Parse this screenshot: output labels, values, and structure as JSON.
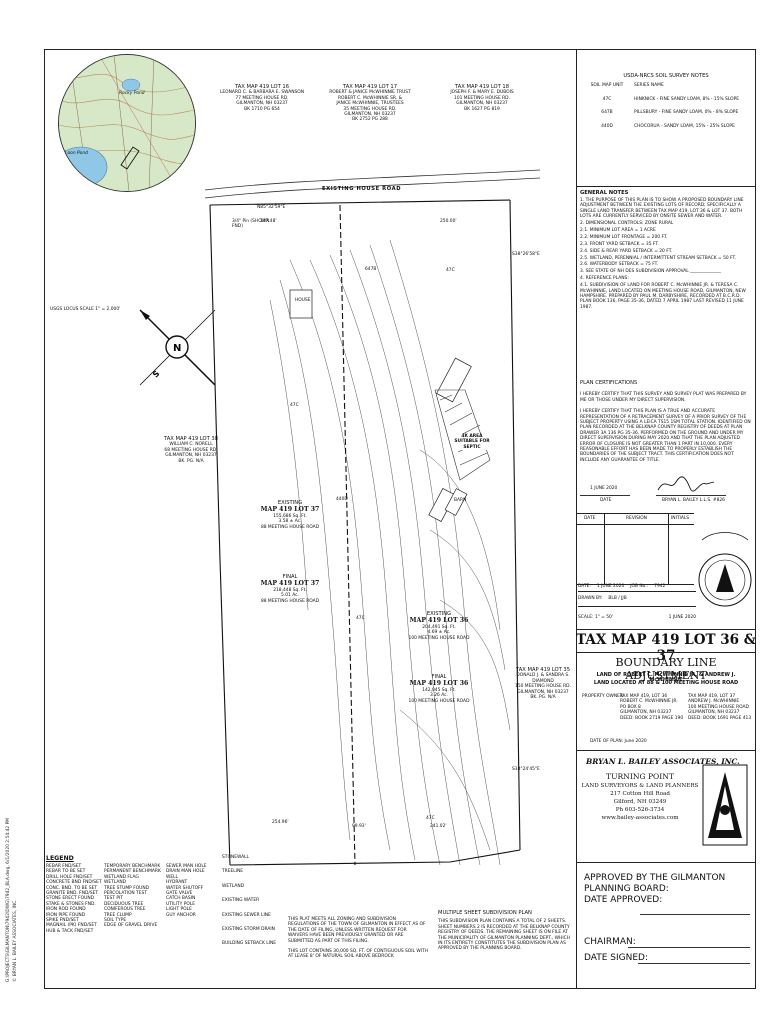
{
  "side_stamp": {
    "line1": "G:\\PROJECTS\\GILMANTON\\7942\\DWG\\7942_BLA.dwg, 6/1/2020 2:54:42 PM",
    "line2": "© BRYAN L. BAILEY ASSOCIATES, INC."
  },
  "inset": {
    "caption": "USGS LOCUS SCALE 1\" = 2,000'",
    "labels": [
      "Loon Pond",
      "Rocky Pond"
    ]
  },
  "soil": {
    "title": "USDA-NRCS SOIL SURVEY NOTES",
    "col1": "SOIL MAP UNIT",
    "col2": "SERIES NAME",
    "rows": [
      {
        "unit": "47C",
        "name": "HINKNICK - FINE SANDY LOAM, 8% - 15% SLOPE"
      },
      {
        "unit": "647B",
        "name": "PILLSBURY - FINE SANDY LOAM, 0% - 8% SLOPE"
      },
      {
        "unit": "440D",
        "name": "CHOCORUA - SANDY LOAM, 15% - 25% SLOPE"
      }
    ]
  },
  "general_notes": {
    "title": "GENERAL NOTES",
    "items": [
      "1.  THE PURPOSE OF THIS PLAN IS TO SHOW A PROPOSED BOUNDARY LINE ADJUSTMENT BETWEEN THE EXISTING LOTS OF RECORD; SPECIFICALLY A SINGLE LAND TRANSFER BETWEEN TAX MAP 419, LOT 36 & LOT 37. BOTH LOTS ARE CURRENTLY SERVICED BY ONSITE SEWER AND WATER.",
      "2.  DIMENSIONAL CONTROLS: ZONE RURAL",
      "2.1.   MINIMUM LOT AREA = 1 ACRE",
      "2.2.   MINIMUM LOT FRONTAGE = 200 FT.",
      "2.3.   FRONT YARD SETBACK = 35 FT.",
      "2.4.   SIDE & REAR YARD SETBACK = 20 FT.",
      "2.5.   WETLAND, PERENNIAL / INTERMITTENT STREAM SETBACK = 50 FT.",
      "2.6.   WATERBODY SETBACK = 75 FT.",
      "3.  SEE STATE OF NH DES SUBDIVISION APPROVAL ______________",
      "4.  REFERENCE PLANS:",
      "4.1.   SUBDIVISION OF LAND FOR ROBERT C. McWHINNIE JR. & TERESA C. McWHINNIE, LAND LOCATED ON MEETING HOUSE ROAD, GILMANTON, NEW HAMPSHIRE. PREPARED BY PAUL M. DARBYSHIRE, RECORDED AT B.C.R.D. PLAN BOOK 136, PAGE 35-36, DATED 7 APRIL 1987 LAST REVISED 11 JUNE 1987."
    ]
  },
  "certs": {
    "title": "PLAN CERTIFICATIONS",
    "p1": "I HEREBY CERTIFY THAT THIS SURVEY AND SURVEY PLAT WAS PREPARED BY ME OR THOSE UNDER MY DIRECT SUPERVISION.",
    "p2": "I HEREBY CERTIFY THAT THIS PLAN IS A TRUE AND ACCURATE REPRESENTATION OF A RETRACEMENT SURVEY OF A PRIOR SURVEY OF THE SUBJECT PROPERTY USING A LEICA TS15 1SM TOTAL STATION. IDENTIFIED ON PLAN RECORDED AT THE BELKNAP COUNTY REGISTRY OF DEEDS AT PLAN DRAWER 3A 136 PG 35-36, PERFORMED ON THE GROUND AND UNDER MY DIRECT SUPERVISION DURING MAY 2020 AND THAT THE PLAN ADJUSTED ERROR OF CLOSURE IS NOT GREATER THAN 1 PART IN 10,000. EVERY REASONABLE EFFORT HAS BEEN MADE TO PROPERLY ESTABLISH THE BOUNDARIES OF THE SUBJECT TRACT. THIS CERTIFICATION DOES NOT INCLUDE ANY GUARANTEE OF TITLE.",
    "date": "1 JUNE 2020",
    "date_label": "DATE",
    "signer": "BRYAN L. BAILEY L.L.S. #826"
  },
  "revisions": {
    "date": "DATE",
    "revision": "REVISION",
    "initials": "INITIALS"
  },
  "job": {
    "date_label": "DATE:",
    "date": "1 JUNE 2020",
    "job_label": "JOB No.:",
    "job": "7942",
    "drawn_label": "DRAWN BY:",
    "drawn": "BLB / JJB",
    "scale_label": "SCALE: 1\" = 50'",
    "scale_date": "1 JUNE 2020"
  },
  "title_block": {
    "title": "TAX MAP 419 LOT 36 & 37",
    "subtitle": "BOUNDARY LINE ADJUSTMENT",
    "land_of": "LAND OF ROBERT C. McWHINNIE JR. & ANDREW J. McWHINNIE",
    "located": "LAND LOCATED AT 88 & 100 MEETING HOUSE ROAD",
    "owner_label": "PROPERTY OWNER:",
    "owner_left": [
      "TAX MAP 419, LOT 36",
      "ROBERT C. McWHINNIE JR.",
      "PO BOX 8",
      "GILMANTON, NH 03237",
      "DEED: BOOK 2719 PAGE 190"
    ],
    "owner_right": [
      "TAX MAP 419, LOT 37",
      "ANDREW J. McWHINNIE",
      "100 MEETING HOUSE ROAD",
      "GILMANTON, NH 03237",
      "DEED: BOOK 1691 PAGE 413"
    ],
    "plan_date": "DATE OF PLAN:  June 2020"
  },
  "firm": {
    "name": "BRYAN L. BAILEY ASSOCIATES, INC.",
    "tag1": "TURNING POINT",
    "tag2": "LAND SURVEYORS & LAND PLANNERS",
    "addr1": "217 Cotton Hill Road",
    "addr2": "Gilford, NH 03249",
    "phone": "Ph 603-526-3734",
    "web": "www.bailey-associates.com"
  },
  "approval": {
    "l1": "APPROVED BY THE GILMANTON",
    "l2": "PLANNING BOARD:",
    "l3": "DATE APPROVED:",
    "chair": "CHAIRMAN:",
    "signed": "DATE SIGNED:"
  },
  "abutters": {
    "lot16": {
      "t": "TAX MAP 419 LOT 16",
      "l": [
        "LEONARD C. & BARBARA E. SWANSON",
        "77 MEETING HOUSE RD.",
        "GILMANTON, NH 03237",
        "BK 1710 PG 654"
      ]
    },
    "lot17": {
      "t": "TAX MAP 419 LOT 17",
      "l": [
        "ROBERT & JANICE McWHINNIE TRUST",
        "ROBERT C. McWHINNIE SR. &",
        "JANICE McWHINNIE, TRUSTEES",
        "35 MEETING HOUSE RD.",
        "GILMANTON, NH 03237",
        "BK 2752 PG 288"
      ]
    },
    "lot18": {
      "t": "TAX MAP 419 LOT 18",
      "l": [
        "JOSEPH F. & MARY E. DUBOIS",
        "101 MEETING HOUSE RD.",
        "GILMANTON, NH 03237",
        "BK 1627 PG 819"
      ]
    },
    "lot38": {
      "t": "TAX MAP 419 LOT 38",
      "l": [
        "WILLIAM C. NORELL",
        "68 MEETING HOUSE RD.",
        "GILMANTON, NH 03237",
        "BK. PG. N/A"
      ]
    },
    "lot35": {
      "t": "TAX MAP 419 LOT 35",
      "l": [
        "DONALD J. & SANDRA S. DIAMOND",
        "150 MEETING HOUSE RD.",
        "GILMANTON, NH 03237",
        "BK. PG. N/A"
      ]
    }
  },
  "lots": {
    "l37e": {
      "tag": "EXISTING",
      "name": "MAP 419 LOT 37",
      "l": [
        "155,686 Sq. Ft.",
        "3.58 ± Ac.",
        "88 MEETING HOUSE ROAD"
      ]
    },
    "l37f": {
      "tag": "FINAL",
      "name": "MAP 419 LOT 37",
      "l": [
        "218,448 Sq. Ft.",
        "5.01 Ac.",
        "88 MEETING HOUSE ROAD"
      ]
    },
    "l36e": {
      "tag": "EXISTING",
      "name": "MAP 419 LOT 36",
      "l": [
        "204,491 Sq. Ft.",
        "4.69 ± Ac.",
        "100 MEETING HOUSE ROAD"
      ]
    },
    "l36f": {
      "tag": "FINAL",
      "name": "MAP 419 LOT 36",
      "l": [
        "142,045 Sq. Ft.",
        "3.26 Ac.",
        "100 MEETING HOUSE ROAD"
      ]
    }
  },
  "plan_labels": {
    "road": "EXISTING HOUSE ROAD",
    "house": "HOUSE",
    "barn": "BARN",
    "soil47c": "47C",
    "soil647b": "647B",
    "soil440d": "440D",
    "brg1": "N85°32'59\"E",
    "brg2": "S38°26'58\"E",
    "brg3": "S38°24'45\"E",
    "d1": "147.48'",
    "d2": "250.00'",
    "d3": "254.96'",
    "d4": "241.02'",
    "d5": "99.93'",
    "septic": "4K AREA SUITABLE FOR SEPTIC",
    "pin": "3/4\" Pin (SHOWN FND)"
  },
  "legend": {
    "title": "LEGEND",
    "c1": [
      "REBAR FND/SET",
      "REBAR TO BE SET",
      "DRILL HOLE FND/SET",
      "CONCRETE BND FND/SET",
      "CONC. BND. TO BE SET",
      "GRANITE BND. FND/SET",
      "STONE ERECT FOUND",
      "STAKE & STONES FND.",
      "IRON ROD FOUND",
      "IRON PIPE FOUND",
      "SPIKE FND/SET",
      "MAGNAIL (PK) FND/SET",
      "HUB & TACK FND/SET"
    ],
    "c2": [
      "TEMPORARY BENCHMARK",
      "PERMANENT BENCHMARK",
      "WETLAND FLAG",
      "WETLAND",
      "TREE STUMP FOUND",
      "PERCOLATION TEST",
      "TEST PIT",
      "DECIDUOUS TREE",
      "CONIFEROUS TREE",
      "TREE CLUMP",
      "SOIL TYPE",
      "EDGE OF GRAVEL DRIVE"
    ],
    "c3": [
      "SEWER MAN HOLE",
      "DRAIN MAN HOLE",
      "WELL",
      "HYDRANT",
      "WATER SHUTOFF",
      "GATE VALVE",
      "CATCH BASIN",
      "UTILITY POLE",
      "LIGHT POLE",
      "GUY ANCHOR"
    ],
    "c4": [
      "STONEWALL",
      "TREELINE",
      "WETLAND",
      "EXISTING WATER",
      "EXISTING SEWER LINE",
      "EXISTING STORM DRAIN",
      "BUILDING SETBACK LINE"
    ]
  },
  "bottom_notes": {
    "n1": "THIS PLAT MEETS ALL ZONING AND SUBDIVISION REGULATIONS OF THE TOWN OF GILMANTON IN EFFECT AS OF THE DATE OF FILING, UNLESS WRITTEN REQUEST FOR WAIVERS HAVE BEEN PREVIOUSLY GRANTED OR ARE SUBMITTED AS PART OF THIS FILING.",
    "n2": "THIS LOT CONTAINS 30,000 SQ. FT. OF CONTIGUOUS SOIL WITH AT LEASE 8' OF NATURAL SOIL ABOVE BEDROCK",
    "ms_title": "MULTIPLE SHEET SUBDIVISION PLAN",
    "ms_text": "THIS SUBDIVISION PLAN CONTAINS A TOTAL OF 2 SHEETS. SHEET NUMBERS 2 IS RECORDED AT THE BELKNAP COUNTY REGISTRY OF DEEDS. THE REMAINING SHEET IS ON FILE AT THE MUNICIPALITY OF GILMANTON PLANNING DEPT., WHICH IN ITS ENTIRETY CONSTITUTES THE SUBDIVISION PLAN AS APPROVED BY THE PLANNING BOARD."
  }
}
